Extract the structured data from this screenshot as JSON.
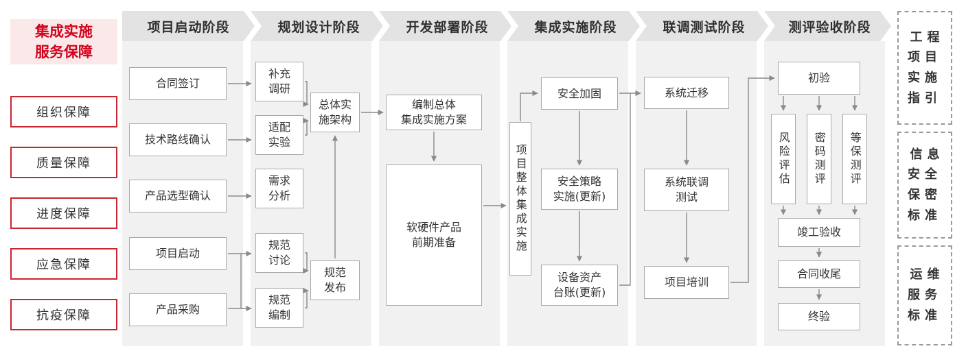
{
  "left_panel": {
    "title": "集成实施\n服务保障",
    "items": [
      "组织保障",
      "质量保障",
      "进度保障",
      "应急保障",
      "抗疫保障"
    ]
  },
  "phases": [
    {
      "header": "项目启动阶段",
      "boxes": [
        "合同签订",
        "技术路线确认",
        "产品选型确认",
        "项目启动",
        "产品采购"
      ]
    },
    {
      "header": "规划设计阶段",
      "boxes": [
        "补充\n调研",
        "适配\n实验",
        "需求\n分析",
        "规范\n讨论",
        "规范\n编制",
        "总体实\n施架构",
        "规范\n发布"
      ]
    },
    {
      "header": "开发部署阶段",
      "boxes": [
        "编制总体\n集成实施方案",
        "软硬件产品\n前期准备"
      ]
    },
    {
      "header": "集成实施阶段",
      "boxes": [
        "项目整体集成实施",
        "安全加固",
        "安全策略\n实施(更新)",
        "设备资产\n台账(更新)"
      ]
    },
    {
      "header": "联调测试阶段",
      "boxes": [
        "系统迁移",
        "系统联调\n测试",
        "项目培训"
      ]
    },
    {
      "header": "测评验收阶段",
      "boxes": [
        "初验",
        "风险评估",
        "密码测评",
        "等保测评",
        "竣工验收",
        "合同收尾",
        "终验"
      ]
    }
  ],
  "right_panel": {
    "items": [
      "工程\n项目\n实施\n指引",
      "信息\n安全\n保密\n标准",
      "运维\n服务\n标准"
    ]
  },
  "colors": {
    "accent_red": "#d0021b",
    "sidebar_title_bg": "#fbe9ea",
    "header_gray": "#e3e3e3",
    "strip_gray": "#f1f1f1",
    "box_border": "#a8a8a8",
    "connector_gray": "#8a8a8a"
  }
}
